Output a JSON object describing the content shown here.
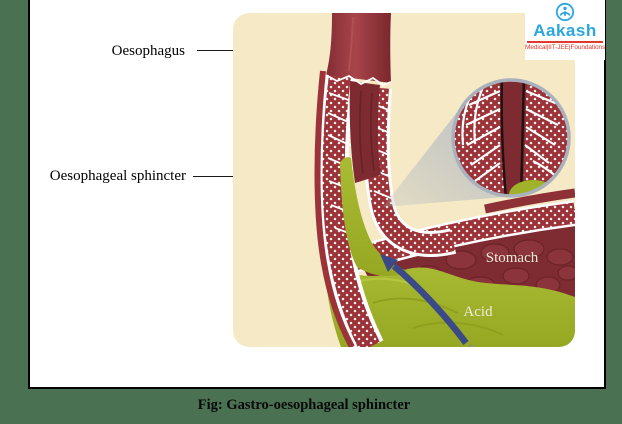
{
  "page": {
    "background_color": "#4A7152",
    "slide_background": "#FFFFFF",
    "border_color": "#000000"
  },
  "caption": {
    "text": "Fig: Gastro-oesophageal sphincter"
  },
  "labels": {
    "oesophagus": "Oesophagus",
    "oesophageal_sphincter": "Oesophageal sphincter",
    "stomach": "Stomach",
    "acid": "Acid"
  },
  "logo": {
    "name": "Aakash",
    "tagline": "Medical|IIT-JEE|Foundations",
    "icon": "aakash-circle-figure-icon",
    "brand_blue": "#2AA7DF",
    "brand_red": "#E03A2F"
  },
  "illustration": {
    "panel_background": "#F5E9C6",
    "colors": {
      "oesophagus_red": "#9E3A3F",
      "muscle_dark_red": "#7C2A2F",
      "stomach_maroon": "#7E2B31",
      "acid_green": "#A0B22A",
      "reflux_arrow_blue": "#3C4987",
      "magnifier_gray": "#B8BEC5",
      "inset_ring_gray": "#A9B1BC"
    }
  }
}
